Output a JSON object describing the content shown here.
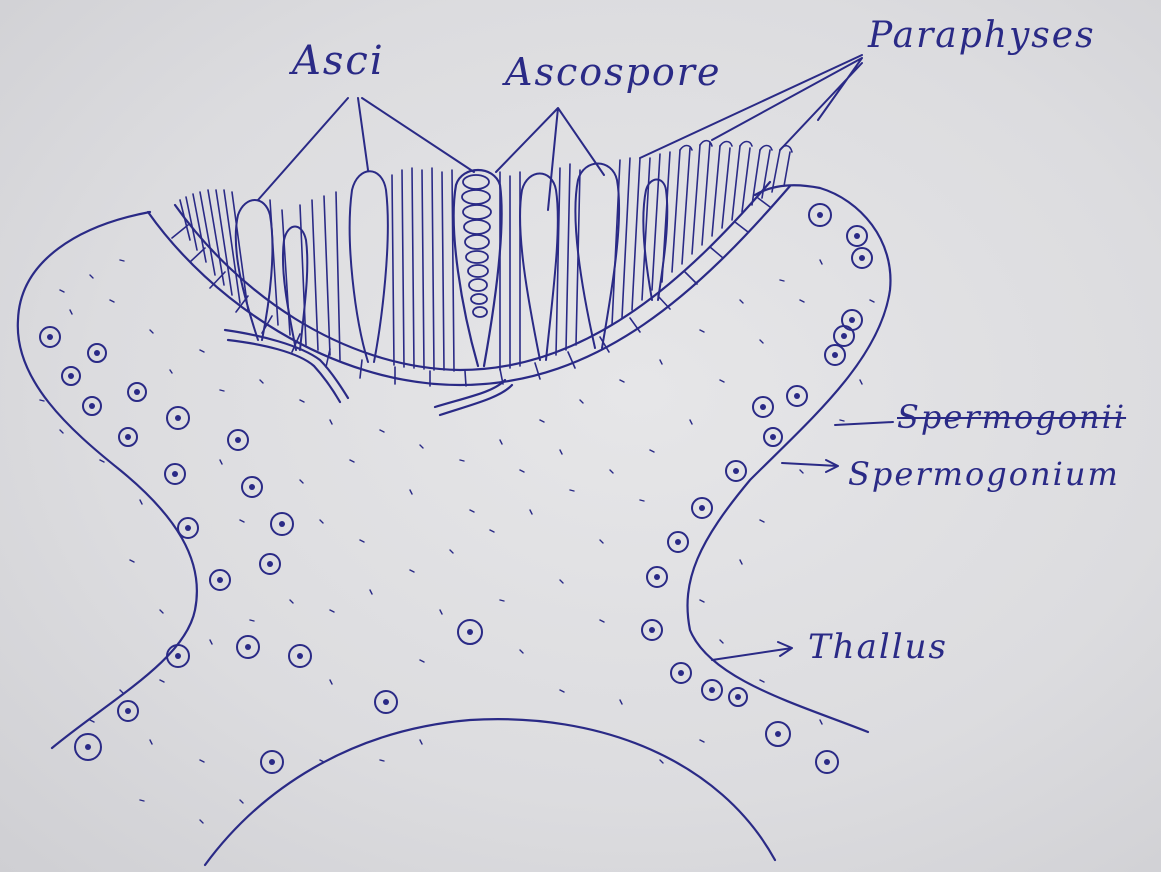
{
  "diagram": {
    "labels": {
      "asci": "Asci",
      "ascospore": "Ascospore",
      "paraphyses": "Paraphyses",
      "spermogonium_struck": "Spermogonii",
      "spermogonium": "Spermogonium",
      "thallus": "Thallus"
    },
    "ink_color": "#2a2a86",
    "paper_color": "#dcdcdf"
  }
}
